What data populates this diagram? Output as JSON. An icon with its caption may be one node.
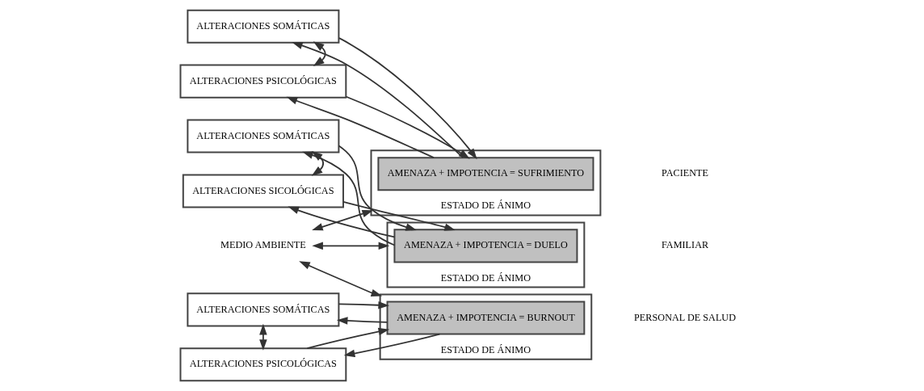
{
  "diagram": {
    "nodes": [
      {
        "text": [
          "ALTERACIONES SOMÁTICAS"
        ]
      },
      {
        "text": [
          "ALTERACIONES PSICOLÓGICAS"
        ]
      },
      {
        "text": [
          "ESTADO DE ÁNIMO"
        ]
      },
      {
        "text": [
          "AMENAZA + IMPOTENCIA = SUFRIMIENTO"
        ],
        "in": 2
      },
      {
        "text": [
          "ALTERACIONES SOMÁTICAS"
        ]
      },
      {
        "text": [
          "ALTERACIONES SICOLÓGICAS"
        ]
      },
      {
        "text": [
          "ESTADO DE ÁNIMO"
        ]
      },
      {
        "text": [
          "AMENAZA + IMPOTENCIA = DUELO"
        ],
        "in": 6
      },
      {
        "text": [
          "MEDIO AMBIENTE"
        ]
      },
      {
        "text": [
          "ESTADO DE ÁNIMO"
        ]
      },
      {
        "text": [
          "AMENAZA + IMPOTENCIA = BURNOUT"
        ],
        "in": 9
      },
      {
        "text": [
          "ALTERACIONES SOMÁTICAS"
        ]
      },
      {
        "text": [
          "ALTERACIONES PSICOLÓGICAS"
        ]
      }
    ],
    "edges": [
      {
        "from": 0,
        "to": 1,
        "arrow": "both"
      },
      {
        "from": 0,
        "to": 3,
        "arrow": "to"
      },
      {
        "from": 1,
        "to": 3,
        "arrow": "to"
      },
      {
        "from": 3,
        "to": 0,
        "arrow": "to"
      },
      {
        "from": 3,
        "to": 1,
        "arrow": "to"
      },
      {
        "from": 4,
        "to": 5,
        "arrow": "both"
      },
      {
        "from": 4,
        "to": 7,
        "arrow": "to"
      },
      {
        "from": 5,
        "to": 7,
        "arrow": "to"
      },
      {
        "from": 7,
        "to": 4,
        "arrow": "to"
      },
      {
        "from": 7,
        "to": 5,
        "arrow": "to"
      },
      {
        "from": 11,
        "to": 12,
        "arrow": "both"
      },
      {
        "from": 11,
        "to": 10,
        "arrow": "to"
      },
      {
        "from": 12,
        "to": 10,
        "arrow": "to"
      },
      {
        "from": 10,
        "to": 11,
        "arrow": "to"
      },
      {
        "from": 10,
        "to": 12,
        "arrow": "to"
      },
      {
        "from": 8,
        "to": 2,
        "arrow": "both"
      },
      {
        "from": 8,
        "to": 6,
        "arrow": "both"
      },
      {
        "from": 8,
        "to": 9,
        "arrow": "both"
      }
    ],
    "labels": [
      "PACIENTE",
      "FAMILIAR",
      "PERSONAL DE SALUD"
    ]
  }
}
